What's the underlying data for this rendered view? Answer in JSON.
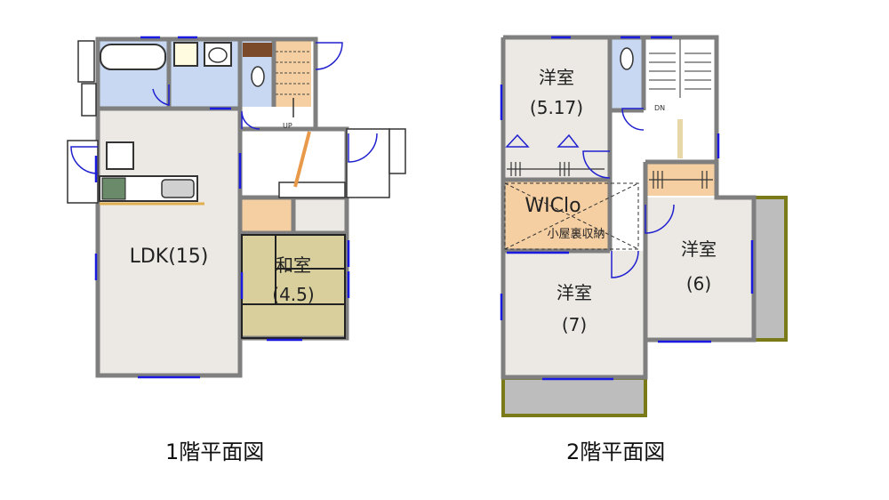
{
  "floor1": {
    "caption": "1階平面図",
    "rooms": [
      {
        "id": "ldk",
        "label": "LDK(15)"
      },
      {
        "id": "washitsu",
        "label_line1": "和室",
        "label_line2": "(4.5)"
      }
    ],
    "stair_label": "UP"
  },
  "floor2": {
    "caption": "2階平面図",
    "rooms": [
      {
        "id": "yoshitsu-a",
        "label_line1": "洋室",
        "label_line2": "(5.17)"
      },
      {
        "id": "wic",
        "label": "WIClo",
        "sublabel": "小屋裏収納"
      },
      {
        "id": "yoshitsu-b",
        "label_line1": "洋室",
        "label_line2": "(7)"
      },
      {
        "id": "yoshitsu-c",
        "label_line1": "洋室",
        "label_line2": "(6)"
      }
    ],
    "stair_label": "DN"
  },
  "colors": {
    "wall": "#7f7f7f",
    "floor": "#ece9e4",
    "tatami": "#d8cf9c",
    "wet": "#c9d8f2",
    "wood": "#f5cfa2",
    "balcony": "#bdbdbd",
    "balcony_edge": "#7a7a18",
    "window": "#1a1ae0",
    "door": "#2020d0"
  }
}
